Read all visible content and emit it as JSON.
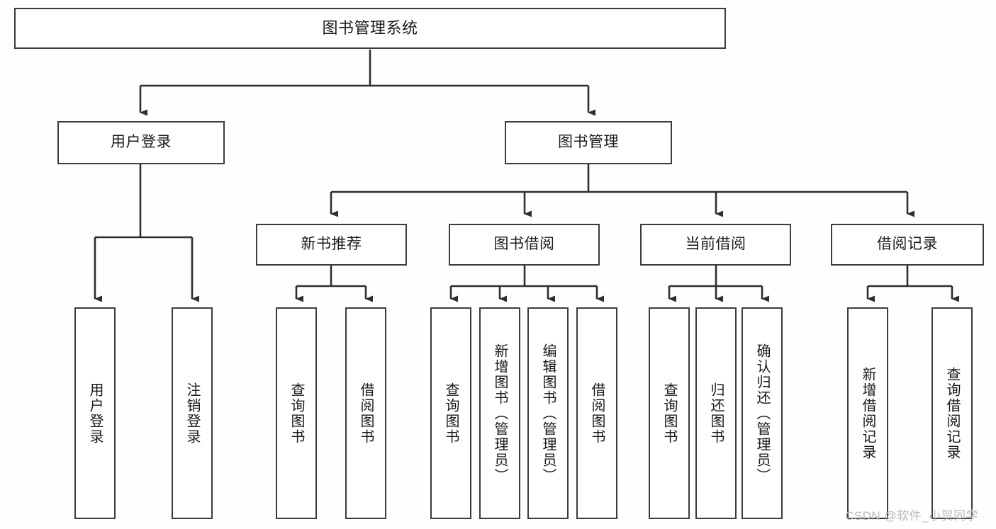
{
  "diagram": {
    "title": "图书管理系统",
    "type": "tree-hierarchy",
    "colors": {
      "border": "#3c3c3c",
      "node_fill": "#ffffff",
      "background": "#fefefe",
      "text": "#1a1a1a",
      "watermark": "#b9b9b9"
    },
    "root": {
      "label": "图书管理系统"
    },
    "level2": [
      {
        "label": "用户登录"
      },
      {
        "label": "图书管理"
      }
    ],
    "level3": [
      {
        "label": "新书推荐"
      },
      {
        "label": "图书借阅"
      },
      {
        "label": "当前借阅"
      },
      {
        "label": "借阅记录"
      }
    ],
    "leaves": {
      "user_login": [
        {
          "label": "用户登录"
        },
        {
          "label": "注销登录"
        }
      ],
      "new_book_recommend": [
        {
          "label": "查询图书"
        },
        {
          "label": "借阅图书"
        }
      ],
      "book_borrow": [
        {
          "label": "查询图书"
        },
        {
          "label": "新增图书（管理员）"
        },
        {
          "label": "编辑图书（管理员）"
        },
        {
          "label": "借阅图书"
        }
      ],
      "current_borrow": [
        {
          "label": "查询图书"
        },
        {
          "label": "归还图书"
        },
        {
          "label": "确认归还（管理员）"
        }
      ],
      "borrow_record": [
        {
          "label": "新增借阅记录"
        },
        {
          "label": "查询借阅记录"
        }
      ]
    }
  },
  "watermark": {
    "text": "CSDN @软件_小贺同学"
  }
}
